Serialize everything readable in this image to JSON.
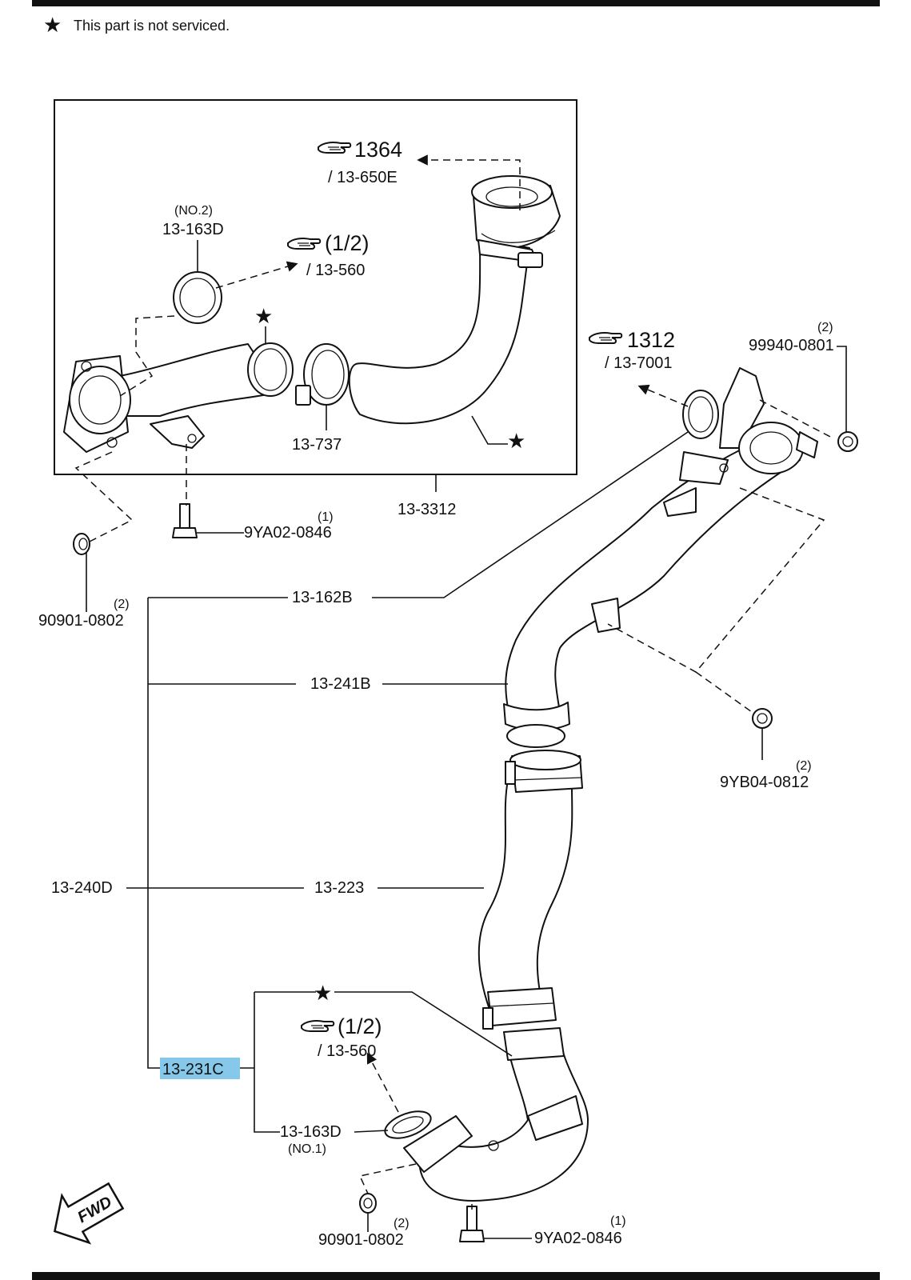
{
  "notice": {
    "star": "★",
    "text": "This part is not serviced."
  },
  "fwd_label": "FWD",
  "labels": {
    "ref_1364": "1364",
    "ref_1364_sub": "/ 13-650E",
    "no2": "(NO.2)",
    "p_13_163D_top": "13-163D",
    "ref_half_top": "(1/2)",
    "ref_half_top_sub": "/ 13-560",
    "p_13_737": "13-737",
    "p_13_3312": "13-3312",
    "ref_1312": "1312",
    "ref_1312_sub": "/ 13-7001",
    "qty_99940": "(2)",
    "p_99940_0801": "99940-0801",
    "qty_9YA02_top": "(1)",
    "p_9YA02_0846_top": "9YA02-0846",
    "qty_90901_top": "(2)",
    "p_90901_0802_top": "90901-0802",
    "p_13_162B": "13-162B",
    "p_13_241B": "13-241B",
    "qty_9YB04": "(2)",
    "p_9YB04_0812": "9YB04-0812",
    "p_13_240D": "13-240D",
    "p_13_223": "13-223",
    "ref_half_bot": "(1/2)",
    "ref_half_bot_sub": "/ 13-560",
    "p_13_231C": "13-231C",
    "p_13_163D_bot": "13-163D",
    "no1": "(NO.1)",
    "qty_90901_bot": "(2)",
    "p_90901_0802_bot": "90901-0802",
    "qty_9YA02_bot": "(1)",
    "p_9YA02_0846_bot": "9YA02-0846"
  },
  "colors": {
    "highlight": "#86c8ea",
    "ink": "#111111"
  },
  "icons": {
    "reference": "pointing-hand-icon",
    "not-serviced": "star-icon",
    "forward": "fwd-arrow-icon"
  }
}
